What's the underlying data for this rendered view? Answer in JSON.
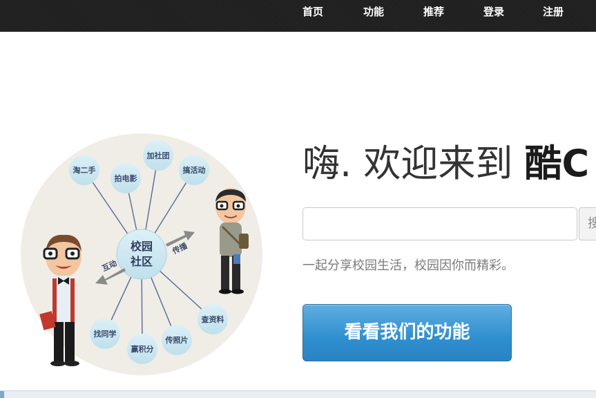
{
  "nav": {
    "items": [
      {
        "label": "首页"
      },
      {
        "label": "功能"
      },
      {
        "label": "推荐"
      },
      {
        "label": "登录"
      },
      {
        "label": "注册"
      }
    ]
  },
  "illustration": {
    "center_label_line1": "校园",
    "center_label_line2": "社区",
    "arrow_left_label": "互动",
    "arrow_right_label": "传播",
    "bubbles": [
      "淘二手",
      "拍电影",
      "加社团",
      "搞活动",
      "找同学",
      "赢积分",
      "传照片",
      "查资料"
    ]
  },
  "hero": {
    "headline_prefix": "嗨. 欢迎来到 ",
    "headline_brand": "酷C",
    "search_button_label": "搜",
    "tagline": "一起分享校园生活，校园因你而精彩。",
    "cta_label": "看看我们的功能"
  },
  "colors": {
    "topbar": "#1f1f1f",
    "cta": "#2f8fcf",
    "bubble": "#cde8f2",
    "illustration_bg": "#f0ede6"
  }
}
